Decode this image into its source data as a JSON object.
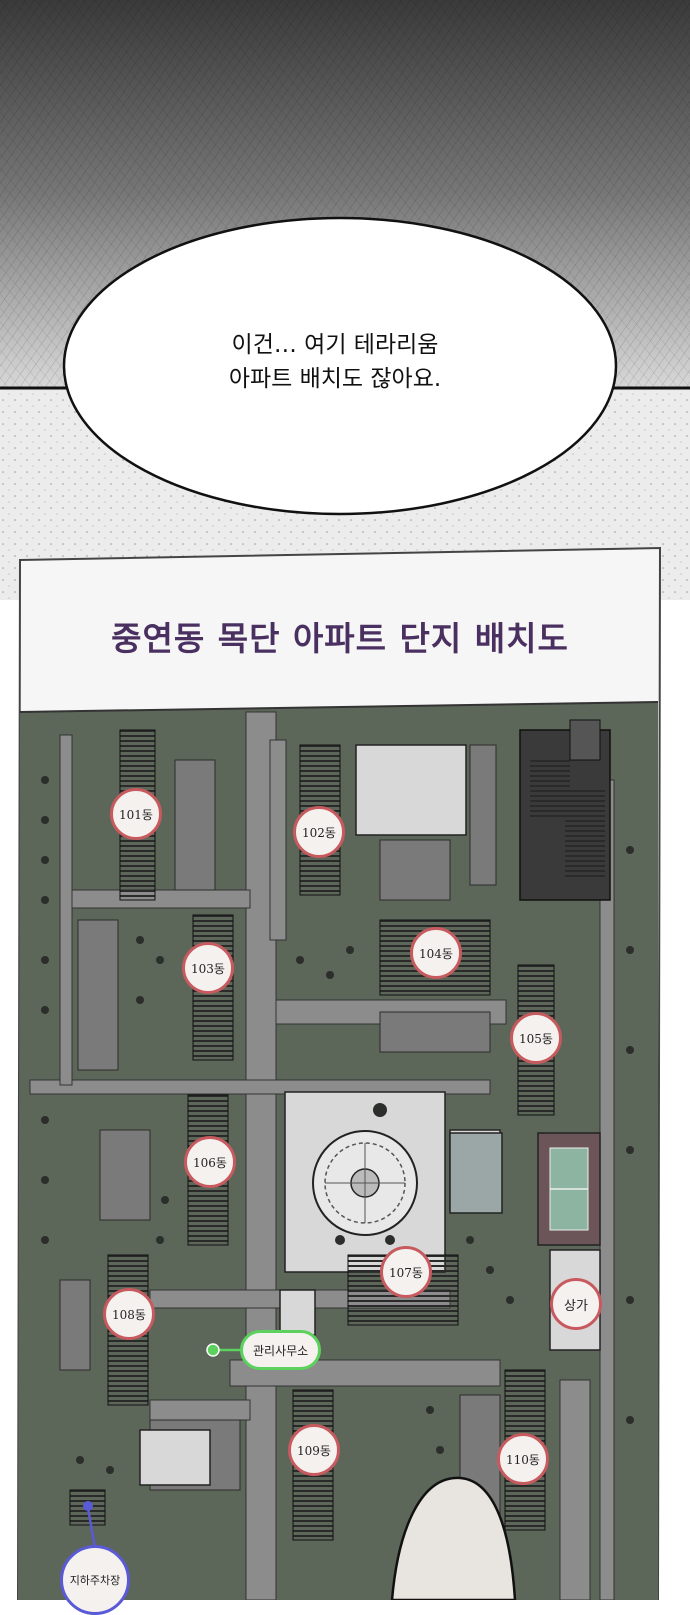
{
  "speech_bubble": {
    "line1": "이건… 여기 테라리움",
    "line2": "아파트 배치도 잖아요."
  },
  "map": {
    "title": "중연동 목단 아파트 단지 배치도",
    "buildings": [
      {
        "id": "101",
        "label": "101동"
      },
      {
        "id": "102",
        "label": "102동"
      },
      {
        "id": "103",
        "label": "103동"
      },
      {
        "id": "104",
        "label": "104동"
      },
      {
        "id": "105",
        "label": "105동"
      },
      {
        "id": "106",
        "label": "106동"
      },
      {
        "id": "107",
        "label": "107동"
      },
      {
        "id": "108",
        "label": "108동"
      },
      {
        "id": "109",
        "label": "109동"
      },
      {
        "id": "110",
        "label": "110동"
      }
    ],
    "shop_label": "상가",
    "office_label": "관리사무소",
    "parking_label": "지하주차장"
  },
  "colors": {
    "grass": "#5c6659",
    "road": "#8c8c8c",
    "badge_red": "#c75a5e",
    "badge_green": "#5dd15d",
    "badge_blue": "#5a5ad6",
    "title_purple": "#4a3060"
  }
}
